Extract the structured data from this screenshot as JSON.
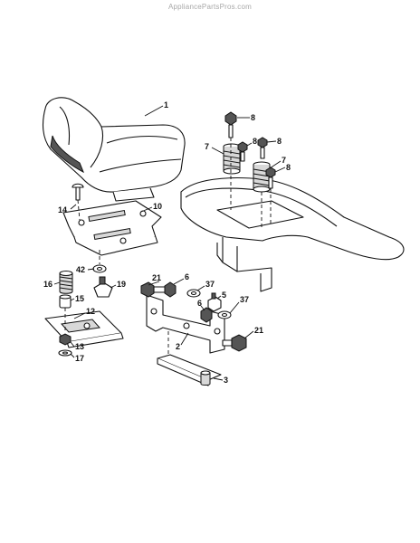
{
  "watermark": "AppliancePartsPros.com",
  "callouts": [
    {
      "id": "c1",
      "text": "1"
    },
    {
      "id": "c8a",
      "text": "8"
    },
    {
      "id": "c8b",
      "text": "8"
    },
    {
      "id": "c8c",
      "text": "8"
    },
    {
      "id": "c8d",
      "text": "8"
    },
    {
      "id": "c7a",
      "text": "7"
    },
    {
      "id": "c7b",
      "text": "7"
    },
    {
      "id": "c14",
      "text": "14"
    },
    {
      "id": "c10",
      "text": "10"
    },
    {
      "id": "c42",
      "text": "42"
    },
    {
      "id": "c16",
      "text": "16"
    },
    {
      "id": "c19",
      "text": "19"
    },
    {
      "id": "c15",
      "text": "15"
    },
    {
      "id": "c12",
      "text": "12"
    },
    {
      "id": "c13",
      "text": "13"
    },
    {
      "id": "c17",
      "text": "17"
    },
    {
      "id": "c21a",
      "text": "21"
    },
    {
      "id": "c6a",
      "text": "6"
    },
    {
      "id": "c37a",
      "text": "37"
    },
    {
      "id": "c5",
      "text": "5"
    },
    {
      "id": "c6b",
      "text": "6"
    },
    {
      "id": "c37b",
      "text": "37"
    },
    {
      "id": "c21b",
      "text": "21"
    },
    {
      "id": "c2",
      "text": "2"
    },
    {
      "id": "c3",
      "text": "3"
    }
  ]
}
